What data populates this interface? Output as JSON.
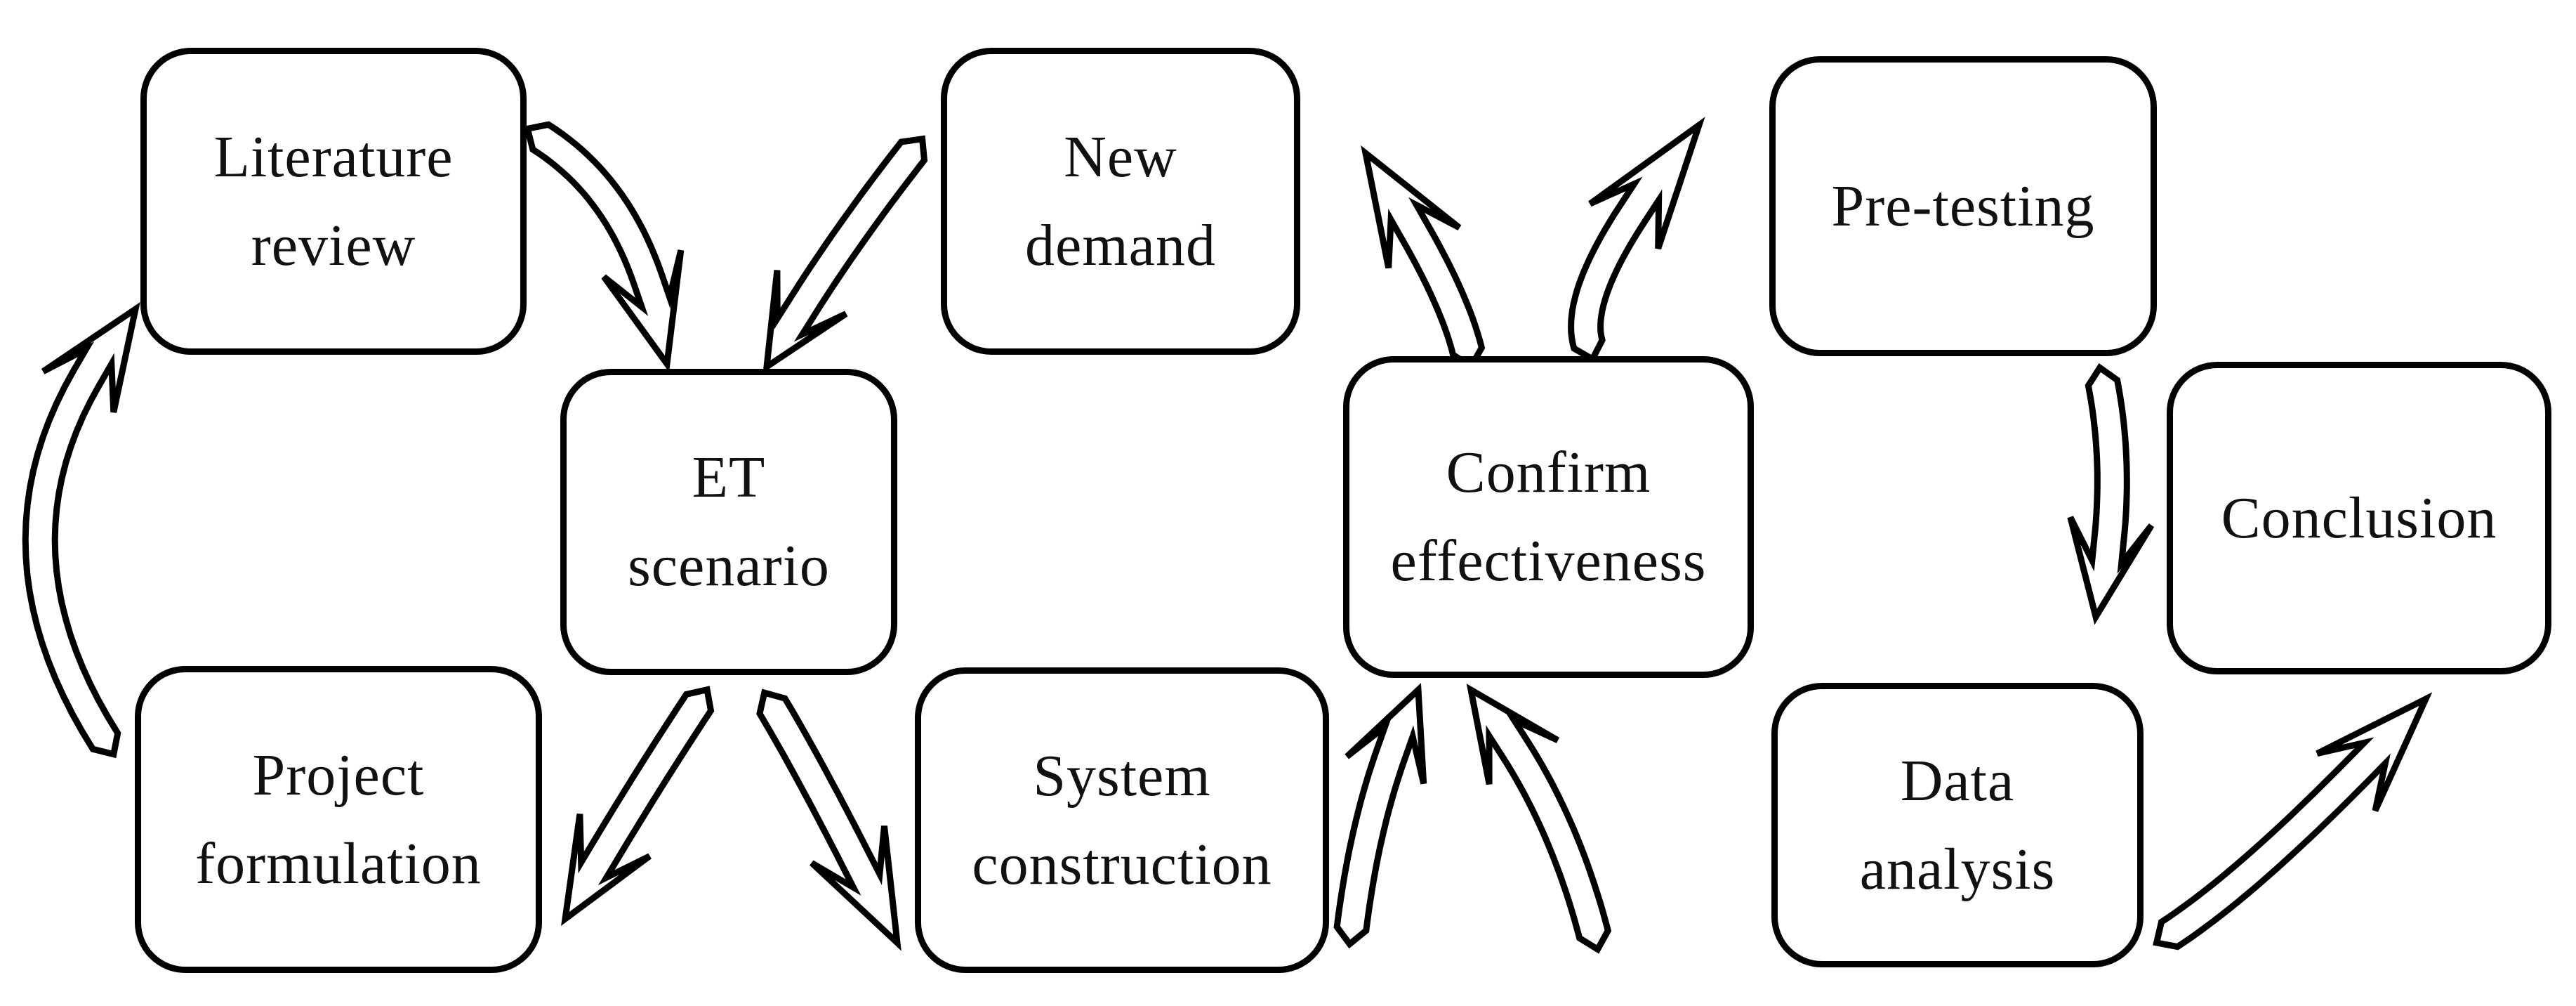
{
  "figure": {
    "type": "flowchart",
    "background_color": "#ffffff",
    "line_color": "#000000",
    "text_color": "#111111",
    "nodes": [
      {
        "id": "literature-review",
        "label": "Literature\nreview"
      },
      {
        "id": "new-demand",
        "label": "New\ndemand"
      },
      {
        "id": "pre-testing",
        "label": "Pre-testing"
      },
      {
        "id": "et-scenario",
        "label": "ET\nscenario"
      },
      {
        "id": "confirm-effectiveness",
        "label": "Confirm\neffectiveness"
      },
      {
        "id": "conclusion",
        "label": "Conclusion"
      },
      {
        "id": "project-formulation",
        "label": "Project\nformulation"
      },
      {
        "id": "system-construction",
        "label": "System\nconstruction"
      },
      {
        "id": "data-analysis",
        "label": "Data\nanalysis"
      }
    ],
    "edges": [
      {
        "from": "literature-review",
        "to": "et-scenario"
      },
      {
        "from": "new-demand",
        "to": "et-scenario"
      },
      {
        "from": "et-scenario",
        "to": "project-formulation"
      },
      {
        "from": "et-scenario",
        "to": "system-construction"
      },
      {
        "from": "project-formulation",
        "to": "literature-review"
      },
      {
        "from": "system-construction",
        "to": "confirm-effectiveness"
      },
      {
        "from": "data-analysis",
        "to": "confirm-effectiveness"
      },
      {
        "from": "confirm-effectiveness",
        "to": "new-demand"
      },
      {
        "from": "confirm-effectiveness",
        "to": "pre-testing"
      },
      {
        "from": "pre-testing",
        "to": "data-analysis"
      },
      {
        "from": "data-analysis",
        "to": "conclusion"
      }
    ]
  }
}
